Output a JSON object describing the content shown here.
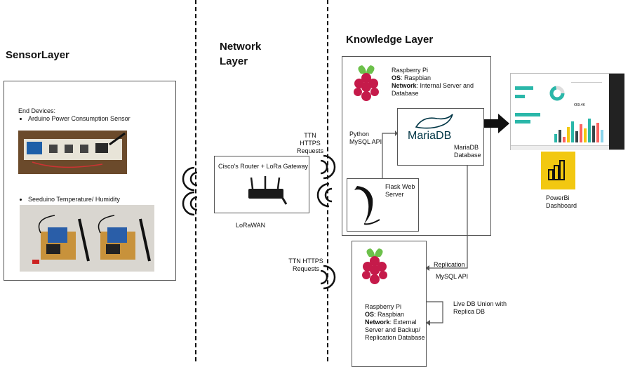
{
  "layers": {
    "sensor": "SensorLayer",
    "network": "Network Layer",
    "knowledge": "Knowledge Layer"
  },
  "sensor_box": {
    "heading": "End Devices:",
    "device1": "Arduino Power Consumption Sensor",
    "device2": "Seeduino Temperature/ Humidity"
  },
  "gateway": {
    "title": "Cisco's Router + LoRa Gateway",
    "protocol": "LoRaWAN"
  },
  "ttn_top": "TTN HTTPS Requests",
  "ttn_bottom": "TTN HTTPS Requests",
  "pi_internal": {
    "name": "Raspberry Pi",
    "os_label": "OS",
    "os_value": ": Raspbian",
    "network_label": "Network",
    "network_value": ": Internal Server and Database"
  },
  "python_api": "Python MySQL API",
  "mariadb": {
    "logo": "MariaDB",
    "caption": "MariaDB Database"
  },
  "flask": "Flask Web Server",
  "powerbi": "PowerBi Dashboard",
  "replication": {
    "label": "Replication",
    "api": "MySQL API"
  },
  "pi_external": {
    "name": "Raspberry Pi",
    "os_label": "OS",
    "os_value": ": Raspbian",
    "network_label": "Network",
    "network_value": ": External Server and Backup/ Replication Database"
  },
  "live_db": "Live DB Union with Replica DB",
  "dashboard": {
    "kpi": "€69.4K"
  },
  "colors": {
    "raspberry": "#c51a4a",
    "raspberry_leaf": "#6cc04a",
    "mariadb": "#003545",
    "mariadb_seal": "#c49a6c",
    "powerbi_bg": "#f2c811",
    "teal": "#2ab7a9"
  }
}
